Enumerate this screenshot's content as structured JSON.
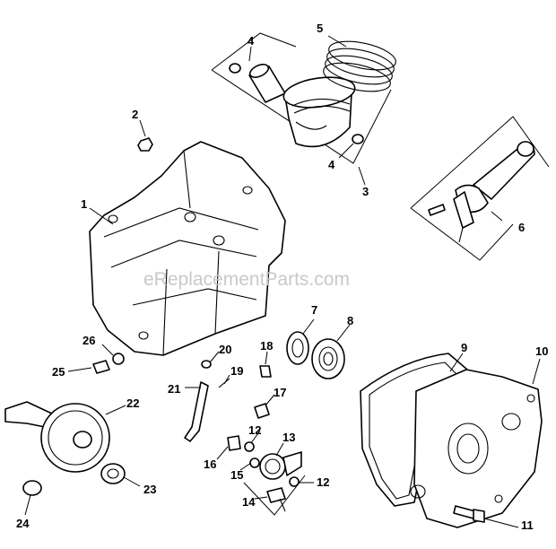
{
  "watermark": "eReplacementParts.com",
  "callouts": {
    "c1": "1",
    "c2": "2",
    "c3": "3",
    "c4a": "4",
    "c4b": "4",
    "c5": "5",
    "c6": "6",
    "c7": "7",
    "c8": "8",
    "c9": "9",
    "c10": "10",
    "c11": "11",
    "c12a": "12",
    "c12b": "12",
    "c13": "13",
    "c14": "14",
    "c15": "15",
    "c16": "16",
    "c17": "17",
    "c18": "18",
    "c19": "19",
    "c20": "20",
    "c21": "21",
    "c22": "22",
    "c23": "23",
    "c24": "24",
    "c25": "25",
    "c26": "26"
  }
}
